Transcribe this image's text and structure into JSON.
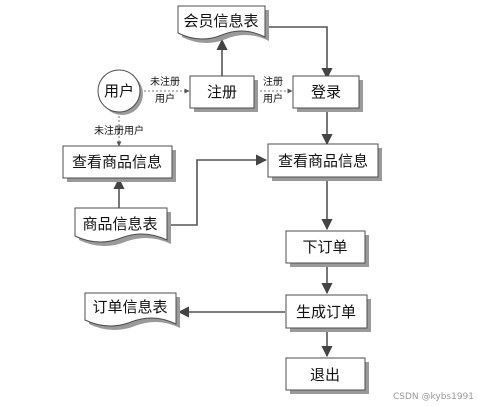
{
  "nodes": {
    "member_table": "会员信息表",
    "user": "用户",
    "register": "注册",
    "login": "登录",
    "view_goods_left": "查看商品信息",
    "view_goods_right": "查看商品信息",
    "goods_table": "商品信息表",
    "place_order": "下订单",
    "order_table": "订单信息表",
    "generate_order": "生成订单",
    "logout": "退出"
  },
  "edges": {
    "user_to_register_line1": "未注册",
    "user_to_register_line2": "用户",
    "register_to_login_line1": "注册",
    "register_to_login_line2": "用户",
    "user_to_view_left": "未注册用户"
  },
  "watermark": "CSDN @kybs1991",
  "colors": {
    "line": "#555555",
    "shadow": "#9a9a9a",
    "border": "#4d4d4d",
    "background": "#ffffff"
  }
}
